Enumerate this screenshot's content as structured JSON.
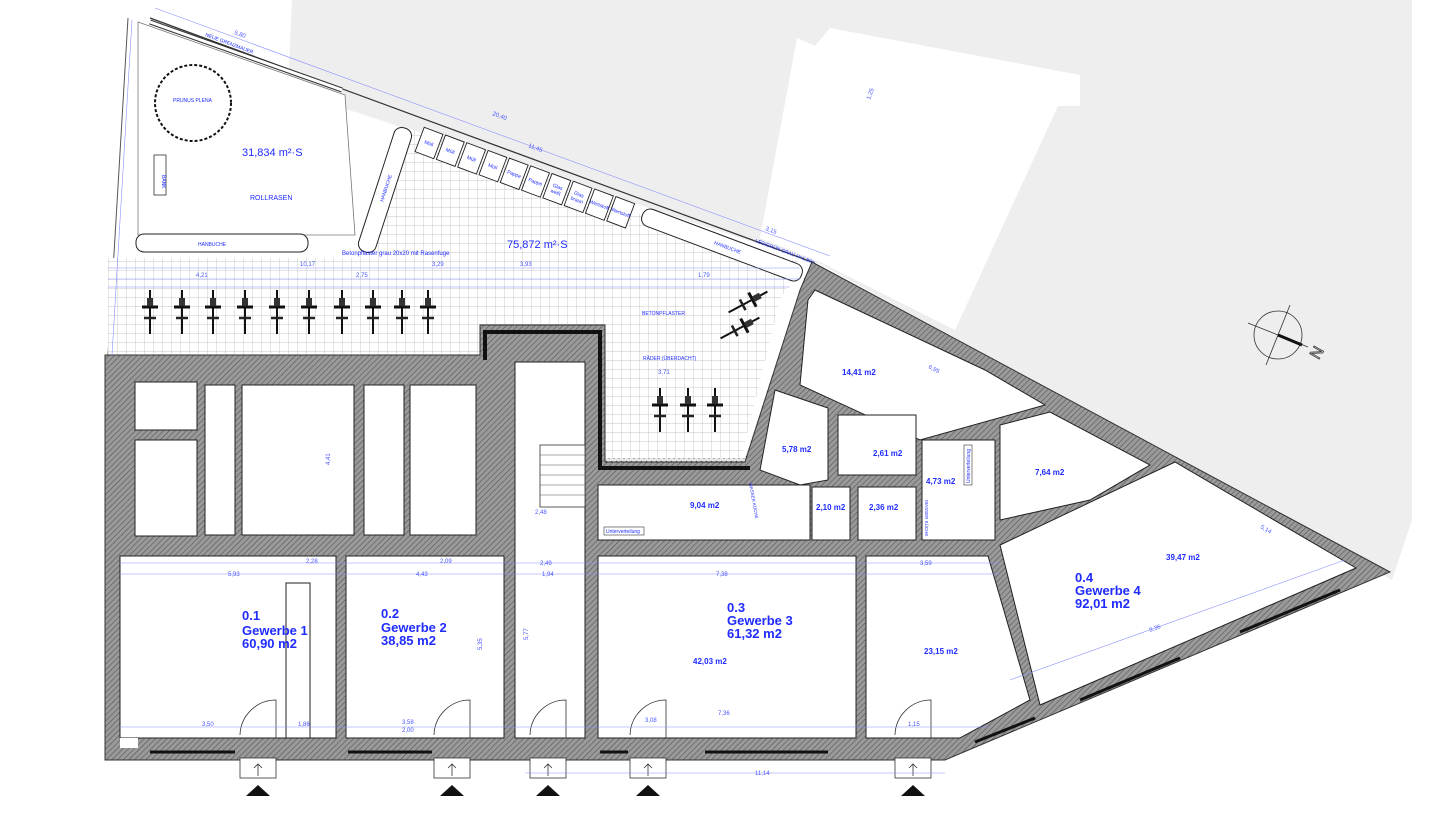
{
  "garden": {
    "lawn_area": "31,834 m²·S",
    "lawn_label": "ROLLRASEN",
    "tree_label": "PRUNUS PLENA",
    "bench_label": "BANK",
    "hedge_labels": [
      "HANBUCHE",
      "HANBUCHE",
      "HANBUCHE"
    ],
    "wall_label": "NEUE GRENZMAUER",
    "fence_label": "LEGIGRÜN GRAU H=1,80m",
    "paving_area": "75,872 m²·S",
    "paving_note": "Betonpflaster grau 20x20 mit Rasenfuge",
    "bins": [
      "Müll",
      "Müll",
      "Müll",
      "Müll",
      "Pappe",
      "Pappe",
      "Glas weiß",
      "Glas braun",
      "Wertstoff",
      "Wertstoff"
    ],
    "bike_paving": "BETONPFLASTER",
    "bike_label": "RÄDER (ÜBERDACHT)"
  },
  "units": [
    {
      "number": "0.1",
      "name": "Gewerbe 1",
      "area": "60,90 m2"
    },
    {
      "number": "0.2",
      "name": "Gewerbe 2",
      "area": "38,85 m2"
    },
    {
      "number": "0.3",
      "name": "Gewerbe 3",
      "area": "61,32 m2"
    },
    {
      "number": "0.4",
      "name": "Gewerbe 4",
      "area": "92,01 m2"
    }
  ],
  "rooms": {
    "r1441": "14,41 m2",
    "r578": "5,78 m2",
    "r261": "2,61 m2",
    "r210": "2,10 m2",
    "r236": "2,36 m2",
    "r473": "4,73 m2",
    "r764": "7,64 m2",
    "r904": "9,04 m2",
    "r3947": "39,47 m2",
    "r4203": "42,03 m2",
    "r2315": "23,15 m2"
  },
  "annotations": {
    "subdistribution": "Unterverteilung",
    "water_kitchen": "WASSER KÜCHE"
  },
  "dimensions": [
    "5,80",
    "20,40",
    "11,45",
    "3,15",
    "10,17",
    "3,29",
    "3,93",
    "4,21",
    "2,75",
    "1,79",
    "5,93",
    "4,43",
    "1,94",
    "7,38",
    "3,59",
    "2,49",
    "2,48",
    "11,14",
    "3,50",
    "1,86",
    "3,58",
    "2,00",
    "3,08",
    "7,36",
    "9,36",
    "5,14",
    "1,25",
    "5,77",
    "5,35",
    "4,41",
    "6,95",
    "3,71",
    "2,28",
    "2,09",
    "1,15"
  ],
  "compass": "N"
}
